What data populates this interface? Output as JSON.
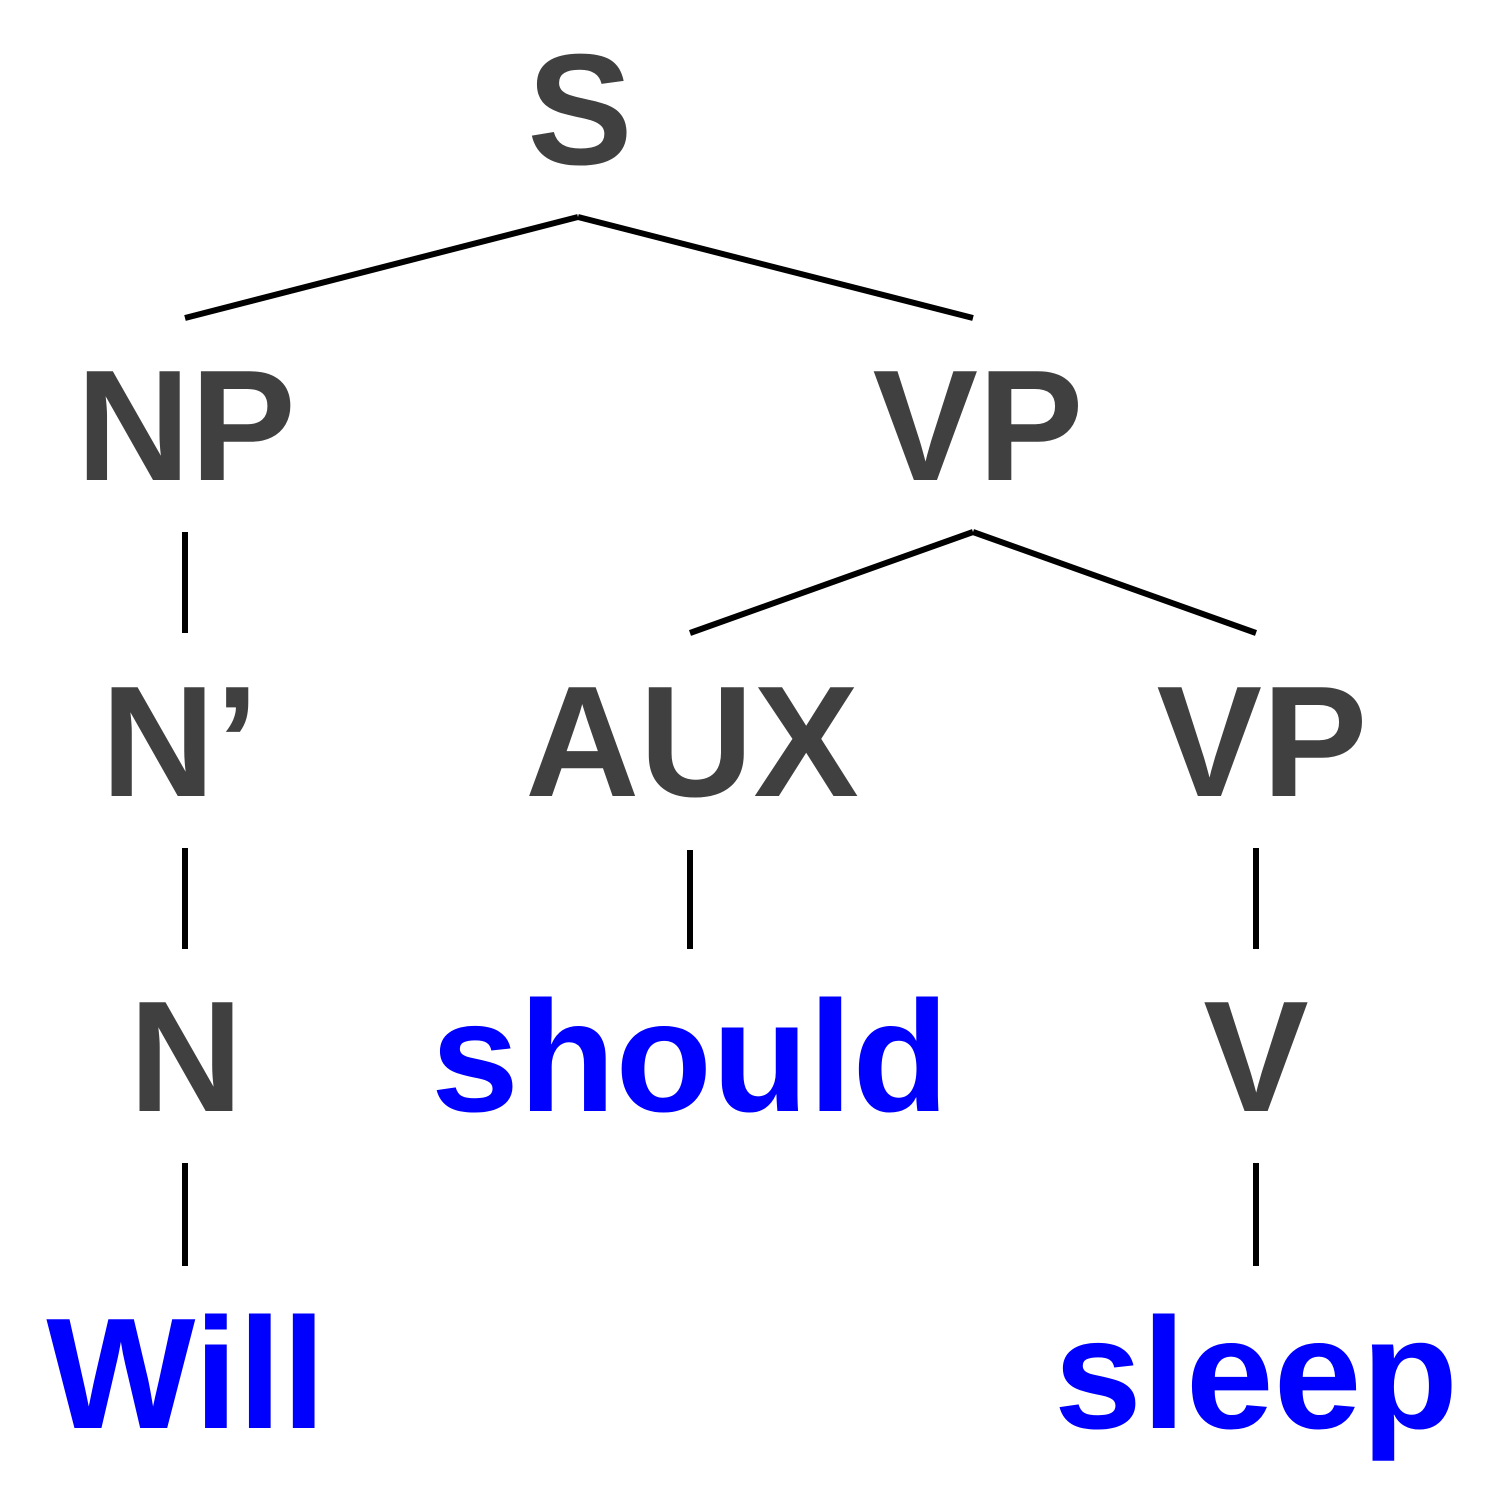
{
  "nodes": {
    "s": "S",
    "np": "NP",
    "vp": "VP",
    "n_bar": "N’",
    "aux": "AUX",
    "vp2": "VP",
    "n": "N",
    "v": "V"
  },
  "words": {
    "will": "Will",
    "should": "should",
    "sleep": "sleep"
  },
  "colors": {
    "category": "#404040",
    "word": "#0000ff",
    "edge": "#000000"
  }
}
